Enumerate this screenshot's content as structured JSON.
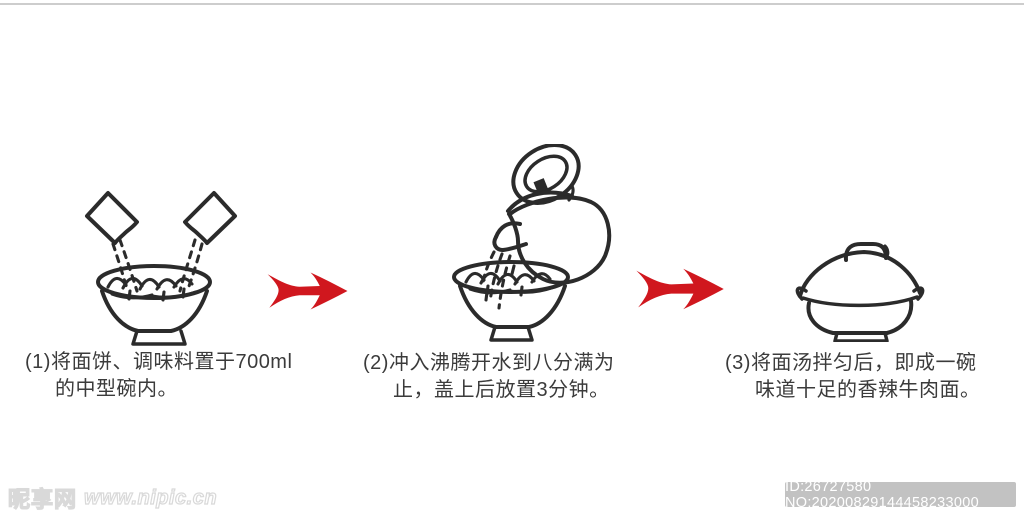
{
  "steps": [
    {
      "caption": "(1)将面饼、调味料置于700ml\n的中型碗内。",
      "illustration": "bowl-with-two-seasoning-packets"
    },
    {
      "caption": "(2)冲入沸腾开水到八分满为\n止，盖上后放置3分钟。",
      "illustration": "kettle-pouring-boiling-water-into-bowl"
    },
    {
      "caption": "(3)将面汤拌匀后，即成一碗\n味道十足的香辣牛肉面。",
      "illustration": "covered-bowl-with-lid"
    }
  ],
  "watermark": {
    "site_name": "昵享网",
    "site_url": "www.nipic.cn"
  },
  "id_bar": {
    "text": "ID:26727580 NO:20200829144458233000"
  },
  "colors": {
    "arrow_red": "#d0171e",
    "line_art": "#2b2b2b",
    "caption_text": "#3b3b3b",
    "id_bar_bg": "#c2c2c2",
    "id_bar_text": "#ffffff",
    "top_rule": "#cdcdcd",
    "watermark_outline": "#d9d9d9"
  }
}
